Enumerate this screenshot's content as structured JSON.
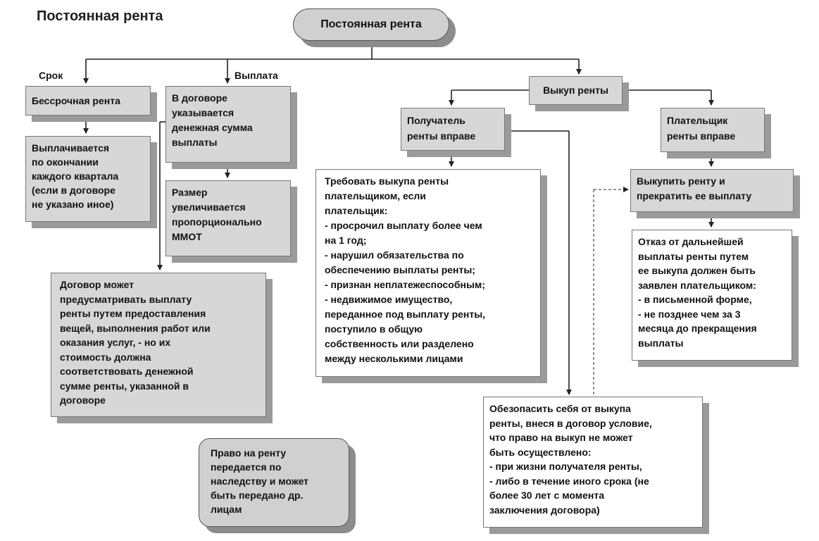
{
  "page_title": "Постоянная рента",
  "root": "Постоянная рента",
  "labels": {
    "term": "Срок",
    "payment": "Выплата"
  },
  "boxes": {
    "perpetual": "Бессрочная рента",
    "quarterly": "Выплачивается\nпо окончании\nкаждого квартала\n(если в договоре\nне указано иное)",
    "contract_sum": "В договоре\nуказывается\nденежная сумма\nвыплаты",
    "size_grows": "Размер\nувеличивается\nпропорционально\nММОТ",
    "in_kind": "Договор может\nпредусматривать выплату\nренты путем предоставления\nвещей, выполнения работ или\nоказания услуг, - но их\nстоимость должна\nсоответствовать денежной\nсумме ренты, указанной в\nдоговоре",
    "inherit": "Право на ренту\nпередается по\nнаследству и может\nбыть передано др.\nлицам",
    "buyout": "Выкуп ренты",
    "recipient": "Получатель\nренты вправе",
    "payer": "Плательщик\nренты вправе",
    "demand": "Требовать выкупа ренты\nплательщиком, если\nплательщик:\n- просрочил выплату более чем\nна 1 год;\n- нарушил обязательства по\nобеспечению выплаты ренты;\n- признан неплатежеспособным;\n- недвижимое имущество,\nпереданное под выплату ренты,\nпоступило в общую\nсобственность или разделено\nмежду несколькими лицами",
    "redeem": "Выкупить ренту и\nпрекратить ее выплату",
    "refusal": "Отказ от дальнейшей\nвыплаты ренты путем\nее выкупа должен быть\nзаявлен плательщиком:\n- в письменной форме,\n- не позднее чем за 3\nмесяца до прекращения\nвыплаты",
    "protect": "Обезопасить себя от выкупа\nренты, внеся в договор условие,\nчто право на выкуп не может\nбыть осуществлено:\n- при жизни получателя ренты,\n- либо в течение иного срока (не\nболее 30 лет с момента\nзаключения договора)"
  }
}
